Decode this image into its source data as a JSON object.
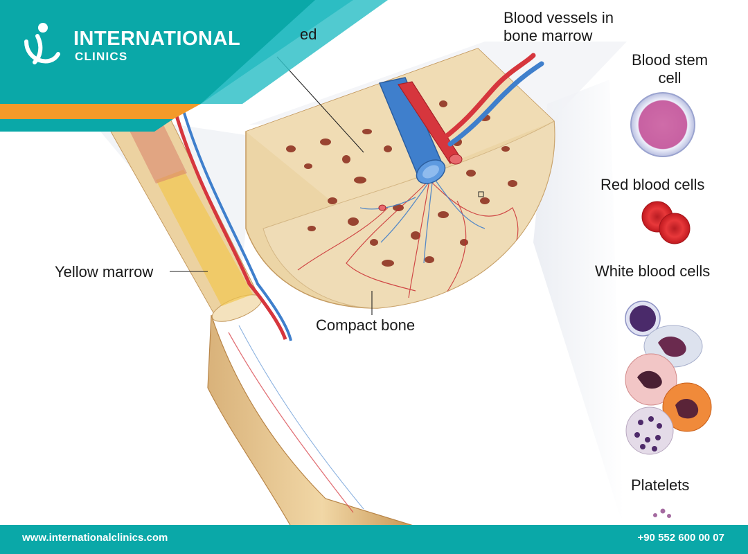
{
  "brand": {
    "name": "INTERNATIONAL",
    "subname": "CLINICS"
  },
  "labels": {
    "cut_top": "ed",
    "blood_vessels_line1": "Blood vessels in",
    "blood_vessels_line2": "bone marrow",
    "blood_stem_line1": "Blood stem",
    "blood_stem_line2": "cell",
    "red_blood_cells": "Red blood cells",
    "white_blood_cells": "White blood cells",
    "platelets": "Platelets",
    "yellow_marrow": "Yellow marrow",
    "compact_bone": "Compact bone"
  },
  "footer": {
    "website": "www.internationalclinics.com",
    "phone": "+90 552 600 00 07"
  },
  "colors": {
    "teal": "#0aa8a8",
    "orange": "#f39a2a",
    "bone": "#e8cf9c",
    "artery": "#d9363e",
    "vein": "#3d7cc9",
    "marrow_spot": "#8a2a1a"
  }
}
